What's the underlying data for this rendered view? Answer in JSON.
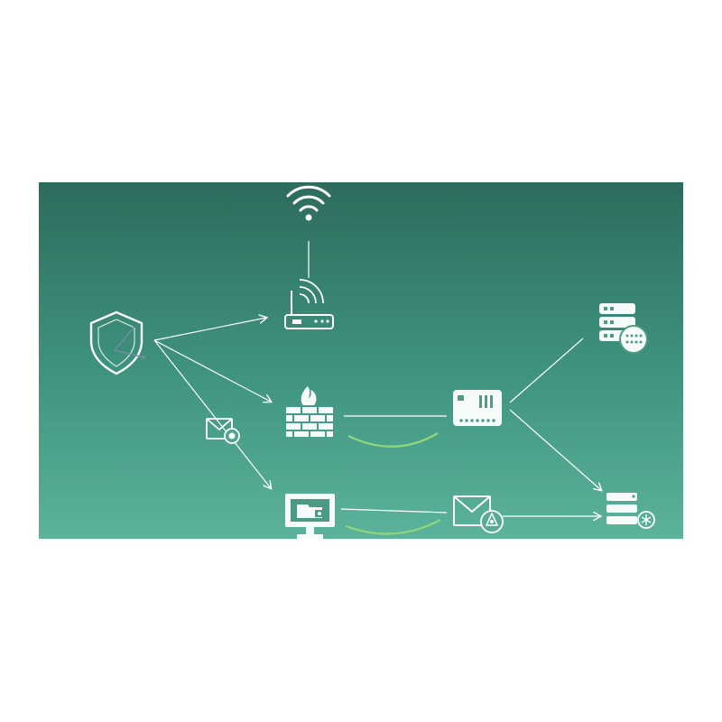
{
  "colors": {
    "background_top": "#2d6b5d",
    "background_mid": "#3f9580",
    "background_bottom": "#5cb39b",
    "icon_stroke": "#ffffff",
    "icon_fill": "#f4fbf8",
    "link_green": "#8fd77a",
    "shield_accent": "#6c8fa0"
  },
  "nodes": [
    {
      "id": "wifi",
      "icon": "wifi-icon"
    },
    {
      "id": "router",
      "icon": "router-icon"
    },
    {
      "id": "shield",
      "icon": "shield-icon"
    },
    {
      "id": "firewall",
      "icon": "firewall-icon"
    },
    {
      "id": "email-secure",
      "icon": "secure-email-icon"
    },
    {
      "id": "network-switch",
      "icon": "network-switch-icon"
    },
    {
      "id": "server-stack",
      "icon": "server-stack-icon"
    },
    {
      "id": "workstation",
      "icon": "workstation-icon"
    },
    {
      "id": "email-threat",
      "icon": "email-threat-icon"
    },
    {
      "id": "server-threat",
      "icon": "server-threat-icon"
    }
  ],
  "connections": [
    {
      "from": "wifi",
      "to": "router",
      "style": "line"
    },
    {
      "from": "shield",
      "to": "router",
      "style": "arrow"
    },
    {
      "from": "shield",
      "to": "firewall",
      "style": "arrow"
    },
    {
      "from": "shield",
      "to": "workstation",
      "style": "arrow"
    },
    {
      "from": "firewall",
      "to": "network-switch",
      "style": "line+curve"
    },
    {
      "from": "network-switch",
      "to": "server-stack",
      "style": "line"
    },
    {
      "from": "network-switch",
      "to": "server-threat",
      "style": "arrow"
    },
    {
      "from": "workstation",
      "to": "email-threat",
      "style": "line+curve"
    },
    {
      "from": "email-threat",
      "to": "server-threat",
      "style": "arrow"
    }
  ]
}
